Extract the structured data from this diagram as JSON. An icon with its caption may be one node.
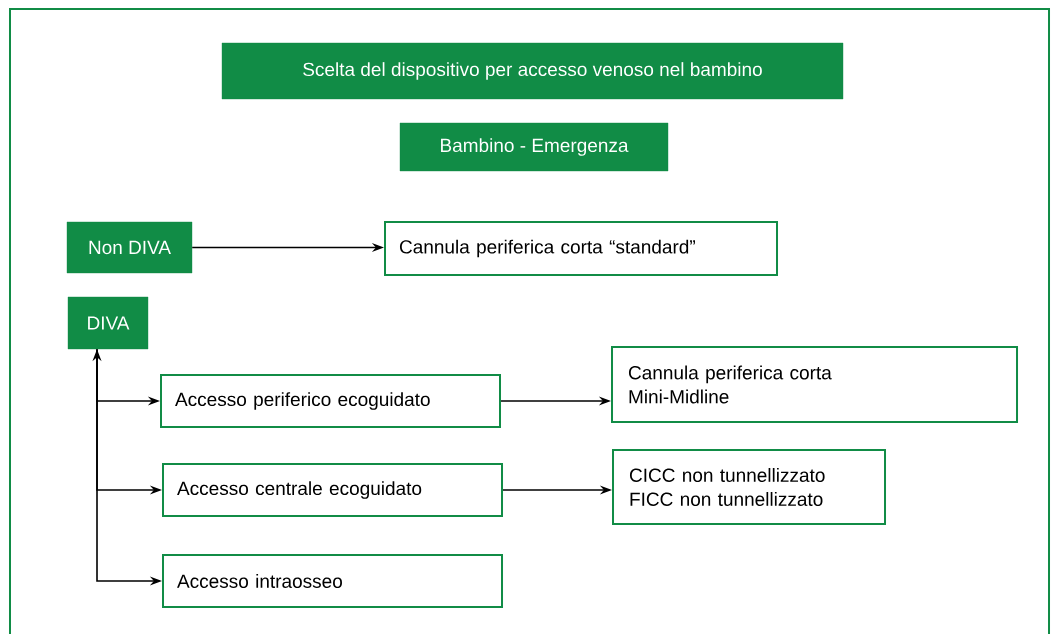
{
  "diagram": {
    "nodes": [
      {
        "text": [
          "Scelta del dispositivo per accesso venoso nel bambino"
        ]
      },
      {
        "text": [
          "Bambino - Emergenza"
        ]
      },
      {
        "text": [
          "Non DIVA"
        ]
      },
      {
        "text": [
          "Cannula periferica corta “standard”"
        ]
      },
      {
        "text": [
          "DIVA"
        ]
      },
      {
        "text": [
          "Accesso periferico ecoguidato"
        ]
      },
      {
        "text": [
          "Cannula periferica corta",
          "Mini-Midline"
        ]
      },
      {
        "text": [
          "Accesso centrale ecoguidato"
        ]
      },
      {
        "text": [
          "CICC non tunnellizzato",
          "FICC non tunnellizzato"
        ]
      },
      {
        "text": [
          "Accesso intraosseo"
        ]
      }
    ],
    "edges": [
      {
        "from": 2,
        "to": 3,
        "arrow": "to"
      },
      {
        "from": 4,
        "to": 5,
        "arrow": "to"
      },
      {
        "from": 4,
        "to": 7,
        "arrow": "to"
      },
      {
        "from": 4,
        "to": 9,
        "arrow": "both"
      },
      {
        "from": 5,
        "to": 6,
        "arrow": "to"
      },
      {
        "from": 7,
        "to": 8,
        "arrow": "to"
      }
    ]
  }
}
